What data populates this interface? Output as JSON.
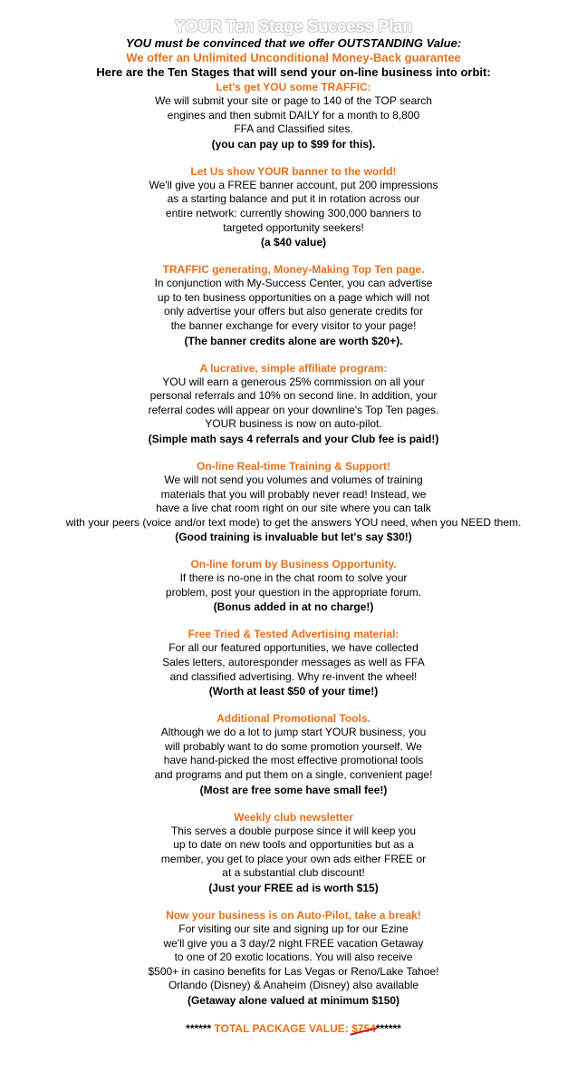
{
  "page_title": "YOUR Ten Stage Success Plan",
  "intro": {
    "line1": "YOU must be convinced that we offer OUTSTANDING Value:",
    "line2": "We offer an Unlimited Unconditional Money-Back guarantee",
    "line3": "Here are the Ten Stages that will send your on-line business into orbit:"
  },
  "sections": [
    {
      "title": "Let's get YOU some TRAFFIC:",
      "lines": [
        "We will submit your site or page to 140 of the TOP search",
        "engines and then submit DAILY for a month to 8,800",
        "FFA and Classified sites."
      ],
      "value": "(you can pay up to $99 for this)."
    },
    {
      "title": "Let Us show YOUR banner to the world!",
      "lines": [
        "We'll give you a FREE banner account, put 200 impressions",
        "as a starting balance and put it in rotation across our",
        "entire network: currently showing 300,000 banners to",
        "targeted opportunity seekers!"
      ],
      "value": "(a $40 value)"
    },
    {
      "title": "TRAFFIC generating, Money-Making Top Ten page.",
      "lines": [
        "In conjunction with My-Success Center, you can advertise",
        "up to ten business opportunities on a page which will not",
        "only advertise your offers but also generate credits for",
        "the banner exchange for every visitor to your page!"
      ],
      "value": "(The banner credits alone are worth $20+)."
    },
    {
      "title": "A lucrative, simple affiliate program:",
      "lines": [
        "YOU will earn a generous 25% commission on all your",
        "personal referrals and 10% on second line. In addition, your",
        "referral codes will appear on your downline's Top Ten pages.",
        "YOUR business is now on auto-pilot."
      ],
      "value": "(Simple math says 4 referrals and your Club fee is paid!)"
    },
    {
      "title": "On-line Real-time Training & Support!",
      "lines": [
        "We will not send you volumes and volumes of training",
        "materials that you will probably never read! Instead, we",
        "have a live chat room right on our site where you can talk",
        "with your peers (voice and/or text mode) to get the answers YOU need, when you NEED them."
      ],
      "value": "(Good training is invaluable but let's say $30!)"
    },
    {
      "title": "On-line forum by Business Opportunity.",
      "lines": [
        "If there is no-one in the chat room to solve your",
        "problem, post your question in the appropriate forum."
      ],
      "value": "(Bonus added in at no charge!)"
    },
    {
      "title": "Free Tried & Tested Advertising material:",
      "lines": [
        "For all our featured opportunities, we have collected",
        "Sales letters, autoresponder messages as well as FFA",
        "and classified advertising. Why re-invent the wheel!"
      ],
      "value": "(Worth at least $50 of your time!)"
    },
    {
      "title": "Additional Promotional Tools.",
      "lines": [
        "Although we do a lot to jump start YOUR business, you",
        "will probably want to do some promotion yourself. We",
        "have hand-picked the most effective promotional tools",
        "and programs and put them on a single, convenient page!"
      ],
      "value": "(Most are free some have small fee!)"
    },
    {
      "title": "Weekly club newsletter",
      "lines": [
        "This serves a double purpose since it will keep you",
        "up to date on new tools and opportunities but as a",
        "member, you get to place your own ads either FREE or",
        "at a substantial club discount!"
      ],
      "value": "(Just your FREE ad is worth $15)"
    },
    {
      "title": "Now your business is on Auto-Pilot, take a break!",
      "lines": [
        "For visiting our site and signing up for our Ezine",
        "we'll give you a 3 day/2 night FREE vacation Getaway",
        "to one of 20 exotic locations. You will also receive",
        "$500+ in casino benefits for Las Vegas or Reno/Lake Tahoe!",
        "Orlando (Disney) & Anaheim (Disney) also available"
      ],
      "value": "(Getaway alone valued at minimum $150)"
    }
  ],
  "total": {
    "stars_left": "******",
    "label": "TOTAL PACKAGE VALUE:",
    "amount": "$754",
    "stars_right": "******"
  },
  "colors": {
    "accent": "#e8701a",
    "strike": "#d01010"
  }
}
